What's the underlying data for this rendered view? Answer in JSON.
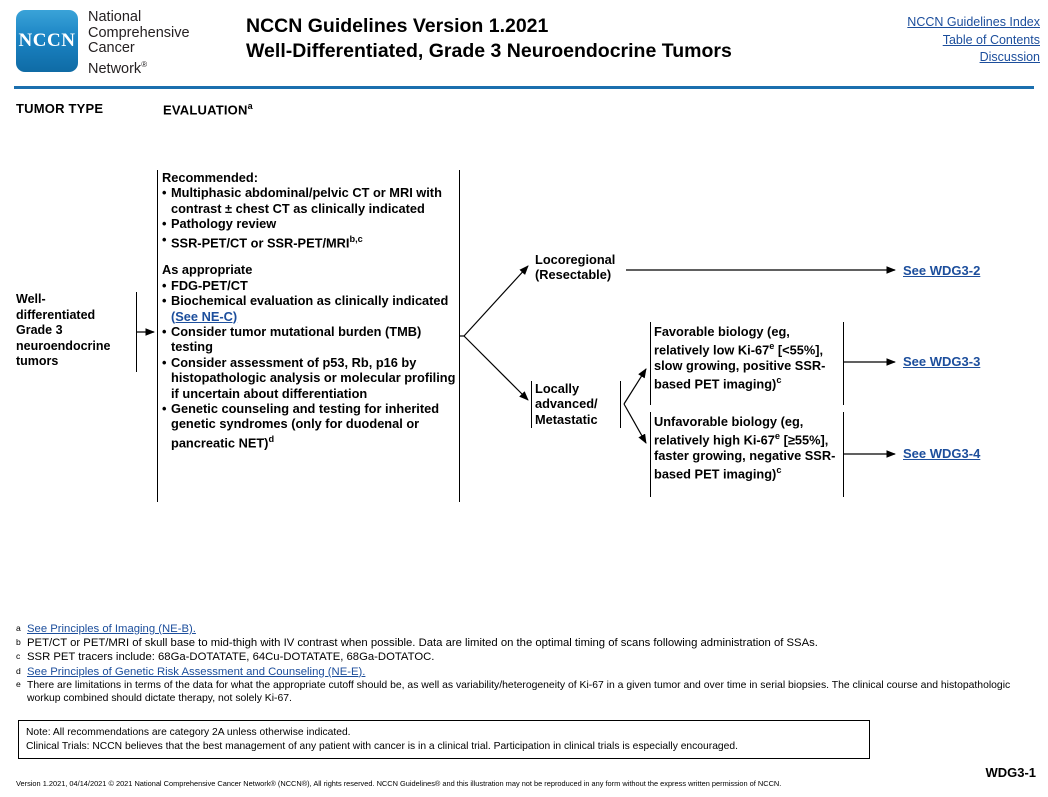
{
  "header": {
    "logo_text": "NCCN",
    "org_name_lines": [
      "National",
      "Comprehensive",
      "Cancer",
      "Network"
    ],
    "org_name_mark": "®",
    "title_line1": "NCCN Guidelines Version 1.2021",
    "title_line2": "Well-Differentiated, Grade 3 Neuroendocrine Tumors",
    "links": [
      "NCCN Guidelines Index",
      "Table of Contents",
      "Discussion"
    ],
    "rule_color": "#1b6fae"
  },
  "columns": {
    "tumor_type": "TUMOR TYPE",
    "evaluation": "EVALUATION",
    "evaluation_sup": "a"
  },
  "diagram": {
    "tumor_type_label": "Well-differentiated Grade 3 neuroendocrine tumors",
    "tumor_type_lines": [
      "Well-",
      "differentiated",
      "Grade 3",
      "neuroendocrine",
      "tumors"
    ],
    "evaluation": {
      "recommended_header": "Recommended:",
      "recommended_items": [
        "Multiphasic abdominal/pelvic CT or MRI with contrast ± chest CT as clinically indicated",
        "Pathology review",
        "SSR-PET/CT or SSR-PET/MRI"
      ],
      "recommended_item3_sup": "b,c",
      "as_appropriate_header": "As appropriate",
      "as_appropriate_items": [
        "FDG-PET/CT",
        "Biochemical evaluation as clinically indicated ",
        "Consider tumor mutational burden (TMB) testing",
        "Consider assessment of p53, Rb, p16 by histopathologic analysis or molecular profiling if uncertain about differentiation",
        "Genetic counseling and testing for inherited genetic syndromes (only for duodenal or pancreatic NET)"
      ],
      "biochemical_link": "(See NE-C)",
      "genetic_sup": "d"
    },
    "nodes": {
      "locoregional_line1": "Locoregional",
      "locoregional_line2": "(Resectable)",
      "locally_advanced_line1": "Locally",
      "locally_advanced_line2": "advanced/",
      "locally_advanced_line3": "Metastatic",
      "favorable_text": "Favorable biology (eg, relatively low Ki-67",
      "favorable_sup1": "e",
      "favorable_text2": " [<55%], slow growing, positive SSR-based PET imaging)",
      "favorable_sup2": "c",
      "unfavorable_text": "Unfavorable biology (eg, relatively high Ki-67",
      "unfavorable_sup1": "e",
      "unfavorable_text2": " [≥55%], faster growing, negative SSR-based PET imaging)",
      "unfavorable_sup2": "c"
    },
    "links": {
      "wdg3_2": "See WDG3-2",
      "wdg3_3": "See WDG3-3",
      "wdg3_4": "See WDG3-4"
    },
    "link_color": "#1c4e9c"
  },
  "footnotes": [
    {
      "mark": "a",
      "link_text": "See Principles of Imaging (NE-B).",
      "text": ""
    },
    {
      "mark": "b",
      "link_text": "",
      "text": "PET/CT or PET/MRI of skull base to mid-thigh with IV contrast when possible. Data are limited on the optimal timing of scans following administration of SSAs."
    },
    {
      "mark": "c",
      "link_text": "",
      "text": "SSR PET tracers include: 68Ga-DOTATATE, 64Cu-DOTATATE, 68Ga-DOTATOC."
    },
    {
      "mark": "d",
      "link_text": "See Principles of Genetic Risk Assessment and Counseling (NE-E).",
      "text": ""
    },
    {
      "mark": "e",
      "link_text": "",
      "text": "There are limitations in terms of the data for what the appropriate cutoff should be, as well as variability/heterogeneity of Ki-67 in a given tumor and over time in serial biopsies. The clinical course and histopathologic workup combined should dictate therapy, not solely Ki-67."
    }
  ],
  "note_box": {
    "line1": "Note: All recommendations are category 2A unless otherwise indicated.",
    "line2": "Clinical Trials: NCCN believes that the best management of any patient with cancer is in a clinical trial. Participation in clinical trials is especially encouraged."
  },
  "footer": {
    "copyright": "Version 1.2021, 04/14/2021 © 2021 National Comprehensive Cancer Network® (NCCN®), All rights reserved. NCCN Guidelines® and this illustration may not be reproduced in any form without the express written permission of NCCN.",
    "page_code": "WDG3-1"
  }
}
